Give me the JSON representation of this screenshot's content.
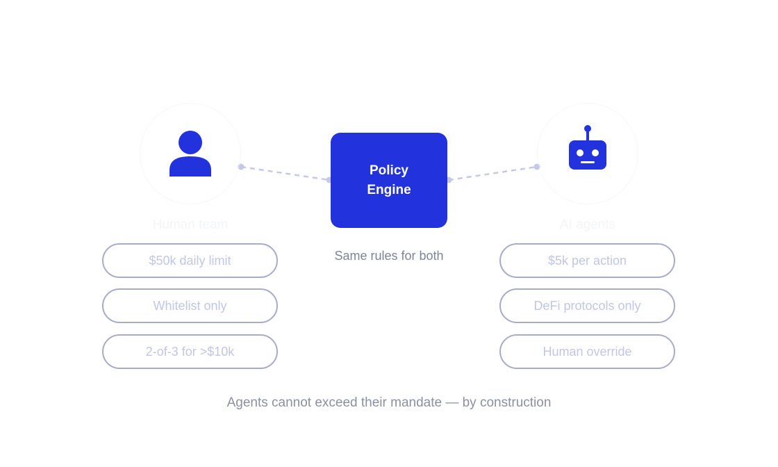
{
  "actors": {
    "human": {
      "label": "Human team",
      "icon": "person-icon"
    },
    "agent": {
      "label": "AI agents",
      "icon": "robot-icon"
    }
  },
  "engine": {
    "line1": "Policy",
    "line2": "Engine",
    "caption": "Same rules for both"
  },
  "human_rules": [
    "$50k daily limit",
    "Whitelist only",
    "2-of-3 for >$10k"
  ],
  "agent_rules": [
    "$5k per action",
    "DeFi protocols only",
    "Human override"
  ],
  "footer": "Agents cannot exceed their mandate — by construction",
  "colors": {
    "accent": "#2233dd",
    "connector": "#c5c9e6",
    "pill_border": "#a6abc9",
    "pill_text": "#c2c6e6",
    "muted_text": "#8b90a1"
  }
}
